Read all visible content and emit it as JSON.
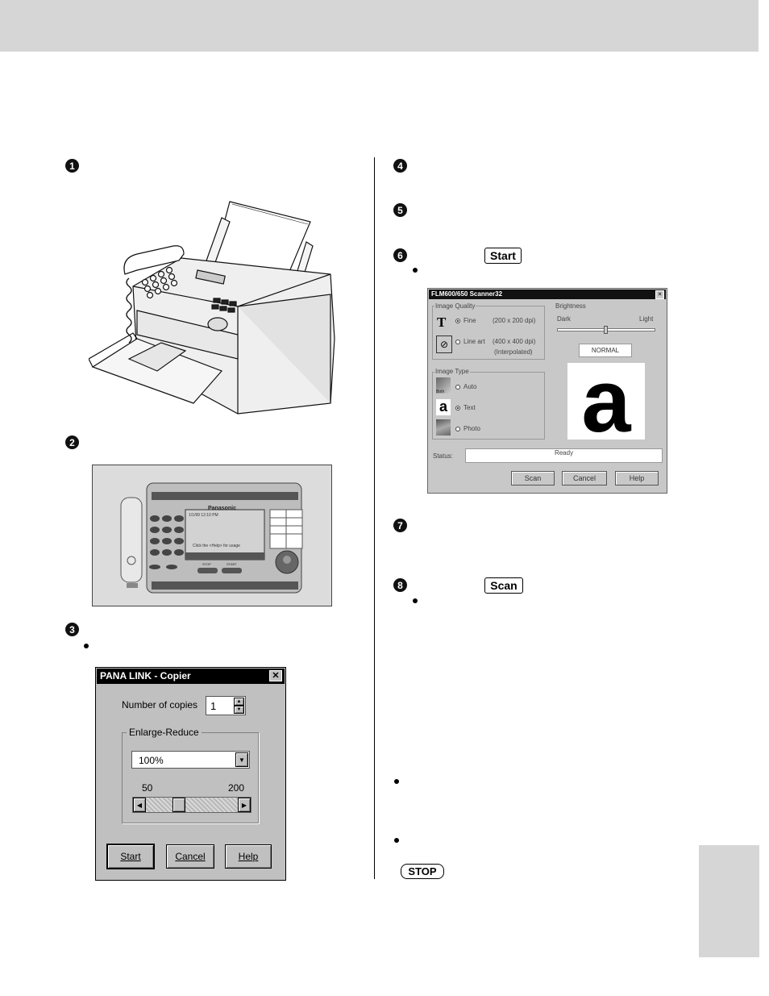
{
  "steps": [
    "1",
    "2",
    "3",
    "4",
    "5",
    "6",
    "7",
    "8"
  ],
  "keys": {
    "start": "Start",
    "scan": "Scan",
    "stop": "STOP"
  },
  "copier": {
    "title": "PANA LINK - Copier",
    "copies_label": "Number of copies",
    "copies_value": "1",
    "group_label": "Enlarge-Reduce",
    "zoom_value": "100%",
    "slider_min": "50",
    "slider_max": "200",
    "slider_level_percent": 100,
    "buttons": {
      "start": "Start",
      "cancel": "Cancel",
      "help": "Help"
    }
  },
  "scanner": {
    "title": "FLM600/650 Scanner32",
    "image_quality": "Image Quality",
    "fine": "Fine",
    "fine_dpi": "(200 x 200 dpi)",
    "lineart": "Line art",
    "lineart_dpi": "(400 x 400 dpi)",
    "interpolated": "(Interpolated)",
    "brightness": "Brightness",
    "dark": "Dark",
    "light": "Light",
    "normal": "NORMAL",
    "image_type": "Image Type",
    "auto": "Auto",
    "text": "Text",
    "photo": "Photo",
    "both": "Both",
    "preview_letter": "a",
    "status_label": "Status:",
    "status_value": "Ready",
    "buttons": {
      "scan": "Scan",
      "cancel": "Cancel",
      "help": "Help"
    }
  },
  "software_panel": {
    "brand": "Panasonic",
    "screen_time": "1/1/99 12:10 PM",
    "screen_hint": "Click the <Help> for usage",
    "stop": "STOP",
    "start": "START"
  },
  "colors": {
    "band_gray": "#d6d6d6"
  }
}
